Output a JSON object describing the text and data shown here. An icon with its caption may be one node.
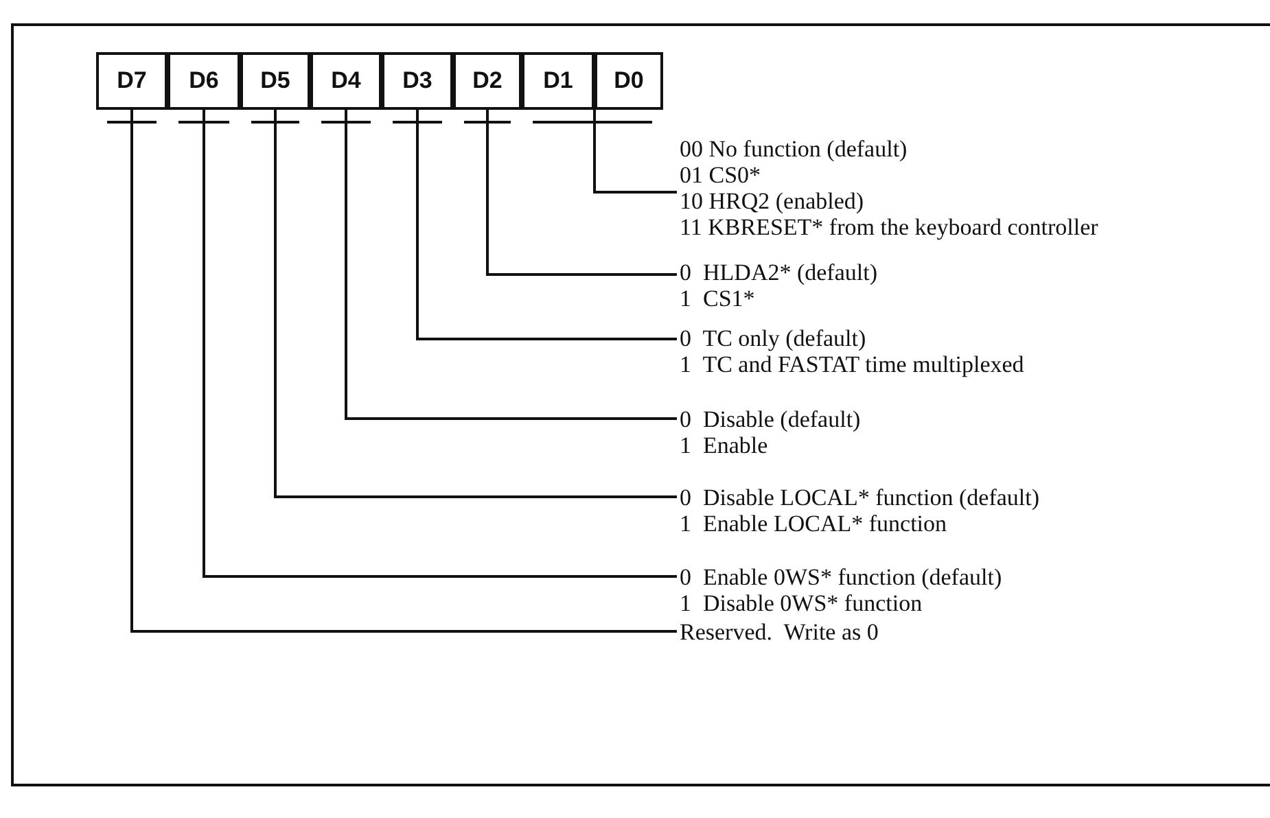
{
  "diagram": {
    "nodes": [
      {
        "text": [
          "D7"
        ]
      },
      {
        "text": [
          "D6"
        ]
      },
      {
        "text": [
          "D5"
        ]
      },
      {
        "text": [
          "D4"
        ]
      },
      {
        "text": [
          "D3"
        ]
      },
      {
        "text": [
          "D2"
        ]
      },
      {
        "text": [
          "D1"
        ]
      },
      {
        "text": [
          "D0"
        ]
      },
      {
        "text": [
          "00 No function (default)",
          "01 CS0*",
          "10 HRQ2 (enabled)",
          "11 KBRESET* from the keyboard controller"
        ]
      },
      {
        "text": [
          "0  HLDA2* (default)",
          "1  CS1*"
        ]
      },
      {
        "text": [
          "0  TC only (default)",
          "1  TC and FASTAT time multiplexed"
        ]
      },
      {
        "text": [
          "0  Disable (default)",
          "1  Enable"
        ]
      },
      {
        "text": [
          "0  Disable LOCAL* function (default)",
          "1  Enable LOCAL* function"
        ]
      },
      {
        "text": [
          "0  Enable 0WS* function (default)",
          "1  Disable 0WS* function"
        ]
      },
      {
        "text": [
          "Reserved.  Write as 0"
        ]
      }
    ],
    "edges": [
      {
        "from": 6,
        "to": 8,
        "arrow": "none"
      },
      {
        "from": 7,
        "to": 8,
        "arrow": "none"
      },
      {
        "from": 5,
        "to": 9,
        "arrow": "none"
      },
      {
        "from": 4,
        "to": 10,
        "arrow": "none"
      },
      {
        "from": 3,
        "to": 11,
        "arrow": "none"
      },
      {
        "from": 2,
        "to": 12,
        "arrow": "none"
      },
      {
        "from": 1,
        "to": 13,
        "arrow": "none"
      },
      {
        "from": 0,
        "to": 14,
        "arrow": "none"
      }
    ]
  }
}
